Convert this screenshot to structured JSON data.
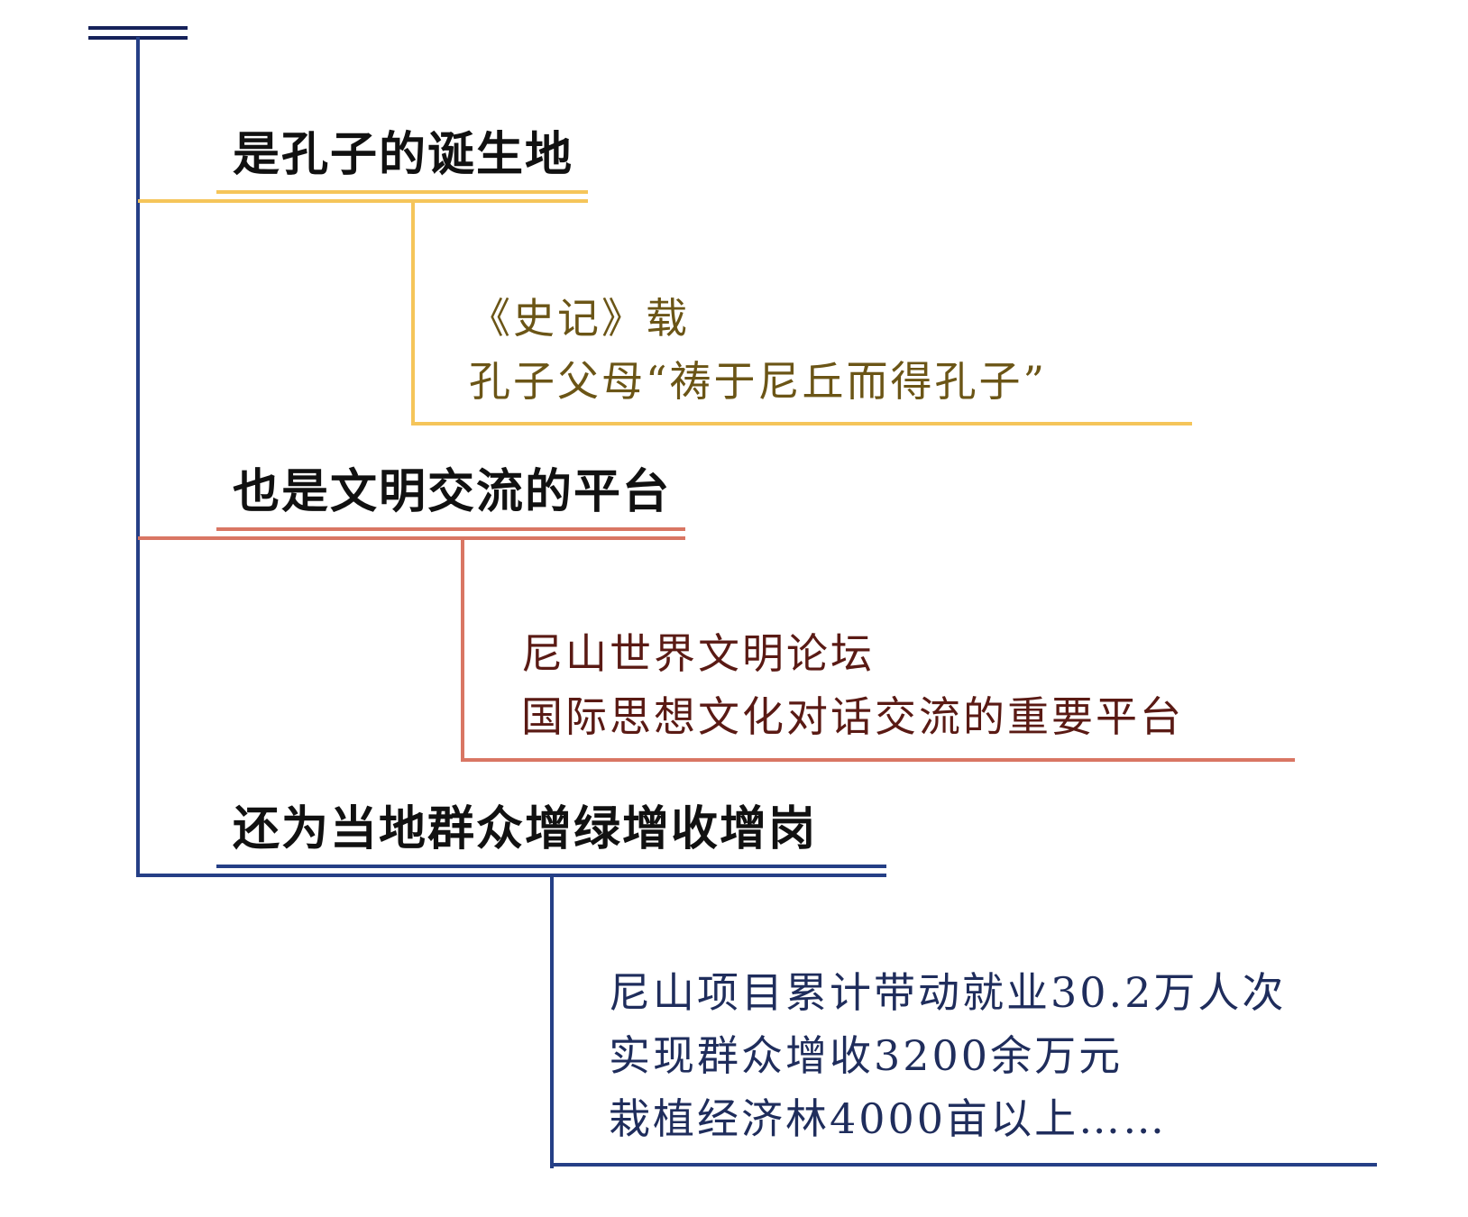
{
  "colors": {
    "trunk": "#1f3a7a",
    "trunk_dark": "#16225a",
    "yellow": "#f5c55a",
    "red": "#d97663",
    "blue": "#253f86",
    "text_heading": "#111111",
    "text_yellow_branch": "#6b5516",
    "text_red_branch": "#5a1a14",
    "text_blue_branch": "#1f2d5c"
  },
  "branches": [
    {
      "heading": "是孔子的诞生地",
      "details": [
        "《史记》载",
        "孔子父母“祷于尼丘而得孔子”"
      ]
    },
    {
      "heading": "也是文明交流的平台",
      "details": [
        "尼山世界文明论坛",
        "国际思想文化对话交流的重要平台"
      ]
    },
    {
      "heading": "还为当地群众增绿增收增岗",
      "details": [
        "尼山项目累计带动就业30.2万人次",
        "实现群众增收3200余万元",
        "栽植经济林4000亩以上……"
      ]
    }
  ]
}
